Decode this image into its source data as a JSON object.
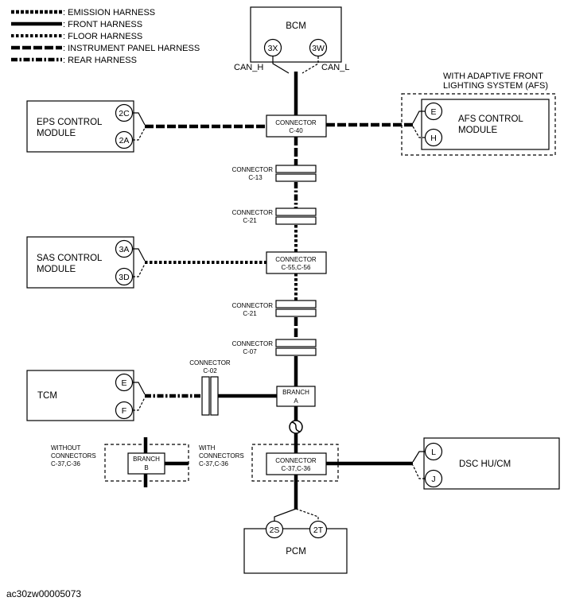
{
  "legend": [
    {
      "style": "emission",
      "label": ": EMISSION HARNESS"
    },
    {
      "style": "front",
      "label": ": FRONT HARNESS"
    },
    {
      "style": "floor",
      "label": ": FLOOR HARNESS"
    },
    {
      "style": "instrument",
      "label": ": INSTRUMENT PANEL HARNESS"
    },
    {
      "style": "rear",
      "label": ": REAR HARNESS"
    }
  ],
  "modules": {
    "bcm": {
      "label": "BCM",
      "pin_left": "3X",
      "pin_right": "3W",
      "can_h": "CAN_H",
      "can_l": "CAN_L"
    },
    "eps": {
      "line1": "EPS CONTROL",
      "line2": "MODULE",
      "pin_top": "2C",
      "pin_bottom": "2A"
    },
    "afs": {
      "line1": "AFS CONTROL",
      "line2": "MODULE",
      "pin_top": "E",
      "pin_bottom": "H",
      "heading1": "WITH ADAPTIVE FRONT",
      "heading2": "LIGHTING SYSTEM (AFS)"
    },
    "sas": {
      "line1": "SAS CONTROL",
      "line2": "MODULE",
      "pin_top": "3A",
      "pin_bottom": "3D"
    },
    "tcm": {
      "label": "TCM",
      "pin_top": "E",
      "pin_bottom": "F"
    },
    "dsc": {
      "label": "DSC HU/CM",
      "pin_top": "L",
      "pin_bottom": "J"
    },
    "pcm": {
      "label": "PCM",
      "pin_left": "2S",
      "pin_right": "2T"
    }
  },
  "connectors": {
    "c40": {
      "line1": "CONNECTOR",
      "line2": "C-40"
    },
    "c13": {
      "line1": "CONNECTOR",
      "line2": "C-13"
    },
    "c21a": {
      "line1": "CONNECTOR",
      "line2": "C-21"
    },
    "c55": {
      "line1": "CONNECTOR",
      "line2": "C-55,C-56"
    },
    "c21b": {
      "line1": "CONNECTOR",
      "line2": "C-21"
    },
    "c07": {
      "line1": "CONNECTOR",
      "line2": "C-07"
    },
    "c02": {
      "line1": "CONNECTOR",
      "line2": "C-02"
    },
    "branch_a": {
      "line1": "BRANCH",
      "line2": "A"
    },
    "c37": {
      "line1": "CONNECTOR",
      "line2": "C-37,C-36"
    },
    "branch_b": {
      "line1": "BRANCH",
      "line2": "B"
    }
  },
  "notes": {
    "without": {
      "line1": "WITHOUT",
      "line2": "CONNECTORS",
      "line3": "C-37,C-36"
    },
    "with": {
      "line1": "WITH",
      "line2": "CONNECTORS",
      "line3": "C-37,C-36"
    }
  },
  "footer": "ac30zw00005073"
}
